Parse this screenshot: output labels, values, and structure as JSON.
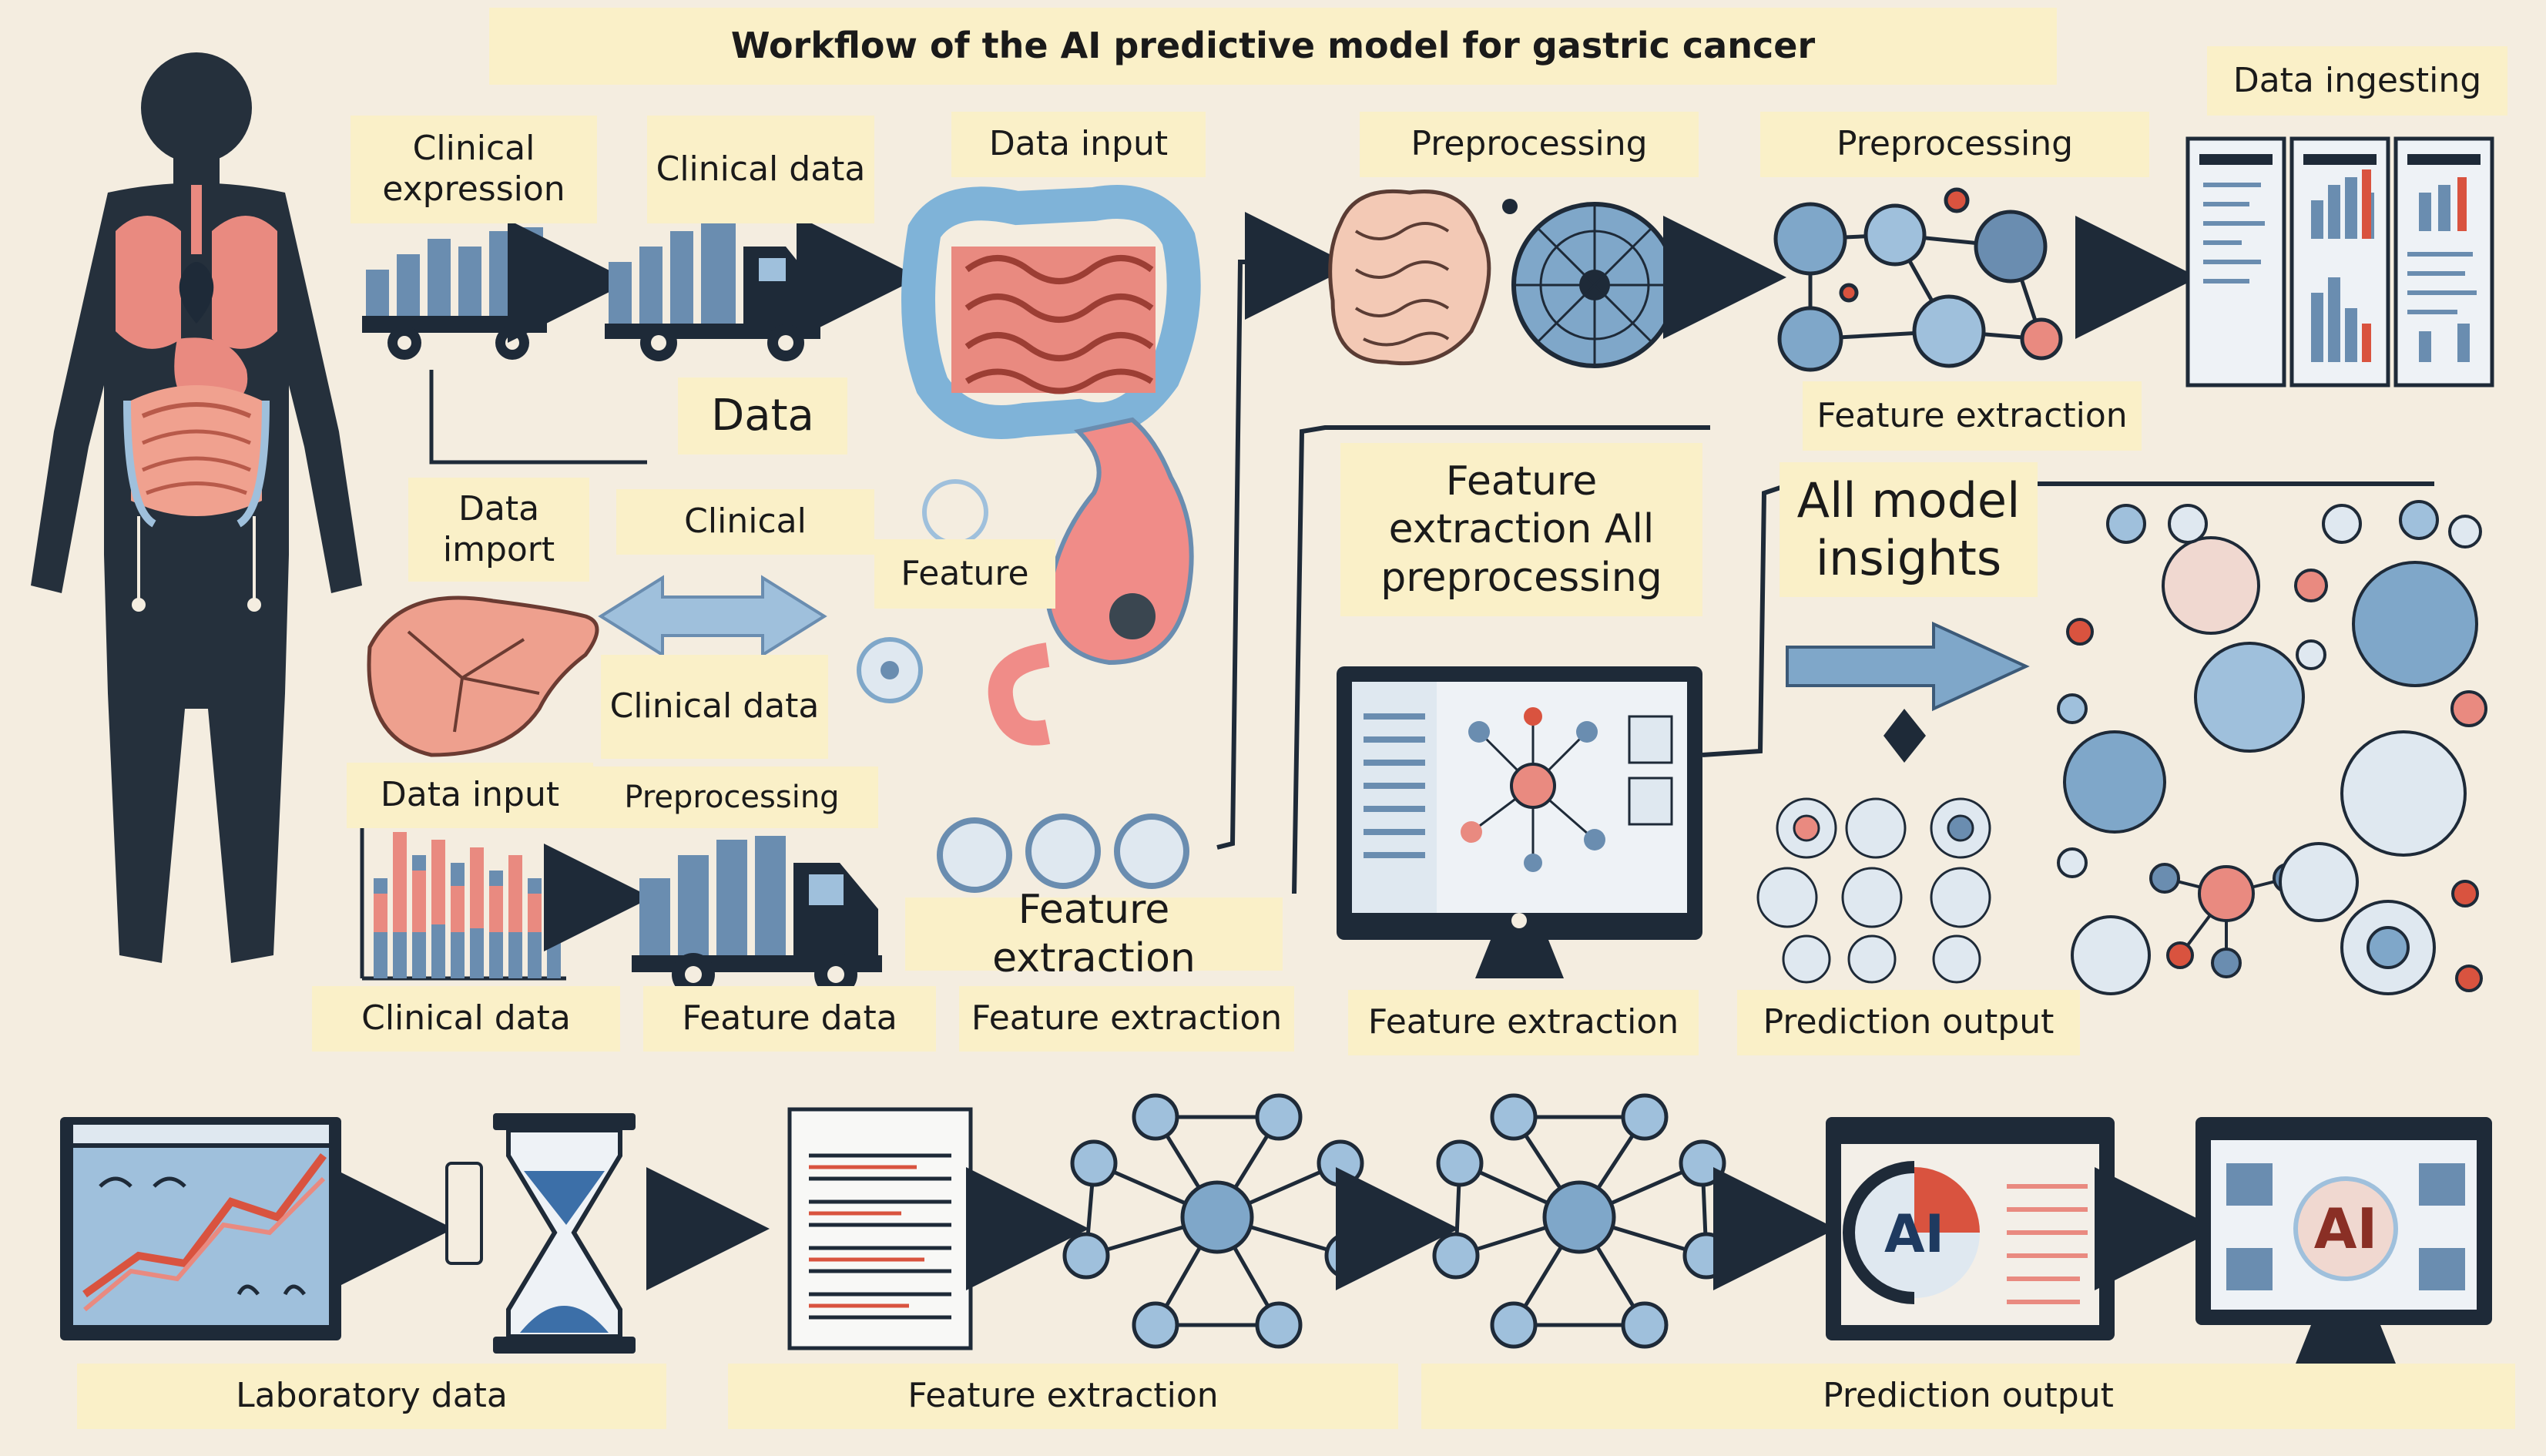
{
  "title": "Workflow of the AI predictive model for gastric cancer",
  "colors": {
    "background": "#f4ede0",
    "label_bg": "#faf0c8",
    "ink": "#1e2a38",
    "body": "#25303c",
    "blue": "#6a8db0",
    "light_blue": "#9fc0dc",
    "pink": "#e98a80",
    "organ_blue": "#7fb3d8",
    "accent_red": "#d9533f"
  },
  "labels": {
    "clinical_expression": "Clinical expression",
    "clinical_data_top": "Clinical data",
    "data_input_top": "Data input",
    "preprocessing_1": "Preprocessing",
    "preprocessing_2": "Preprocessing",
    "data_ingesting": "Data ingesting",
    "data": "Data",
    "data_import": "Data import",
    "clinical": "Clinical",
    "feature": "Feature",
    "clinical_data_mid": "Clinical data",
    "data_input_mid": "Data input",
    "preprocessing_mid": "Preprocessing",
    "feature_extraction_right": "Feature extraction",
    "feature_extraction_all_preprocessing": "Feature extraction All preprocessing",
    "all_model_insights": "All model insights",
    "feature_extraction_center": "Feature extraction",
    "clinical_data_bottom": "Clinical  data",
    "feature_data": "Feature data",
    "feature_extraction_a": "Feature extraction",
    "feature_extraction_b": "Feature extraction",
    "prediction_output_mid": "Prediction output",
    "laboratory_data": "Laboratory data",
    "feature_extraction_bottom": "Feature extraction",
    "prediction_output_bottom": "Prediction output"
  },
  "icon_text": {
    "ai_1": "AI",
    "ai_2": "AI"
  },
  "icons": [
    "human-body-icon",
    "bar-chart-icon",
    "truck-icon",
    "intestine-icon",
    "stomach-icon",
    "brain-icon",
    "radar-wheel-icon",
    "network-icon",
    "report-panel-icon",
    "liver-icon",
    "double-arrow-icon",
    "monitor-icon",
    "right-arrow-icon",
    "hourglass-icon",
    "document-icon",
    "ai-chart-icon",
    "ai-monitor-icon"
  ]
}
